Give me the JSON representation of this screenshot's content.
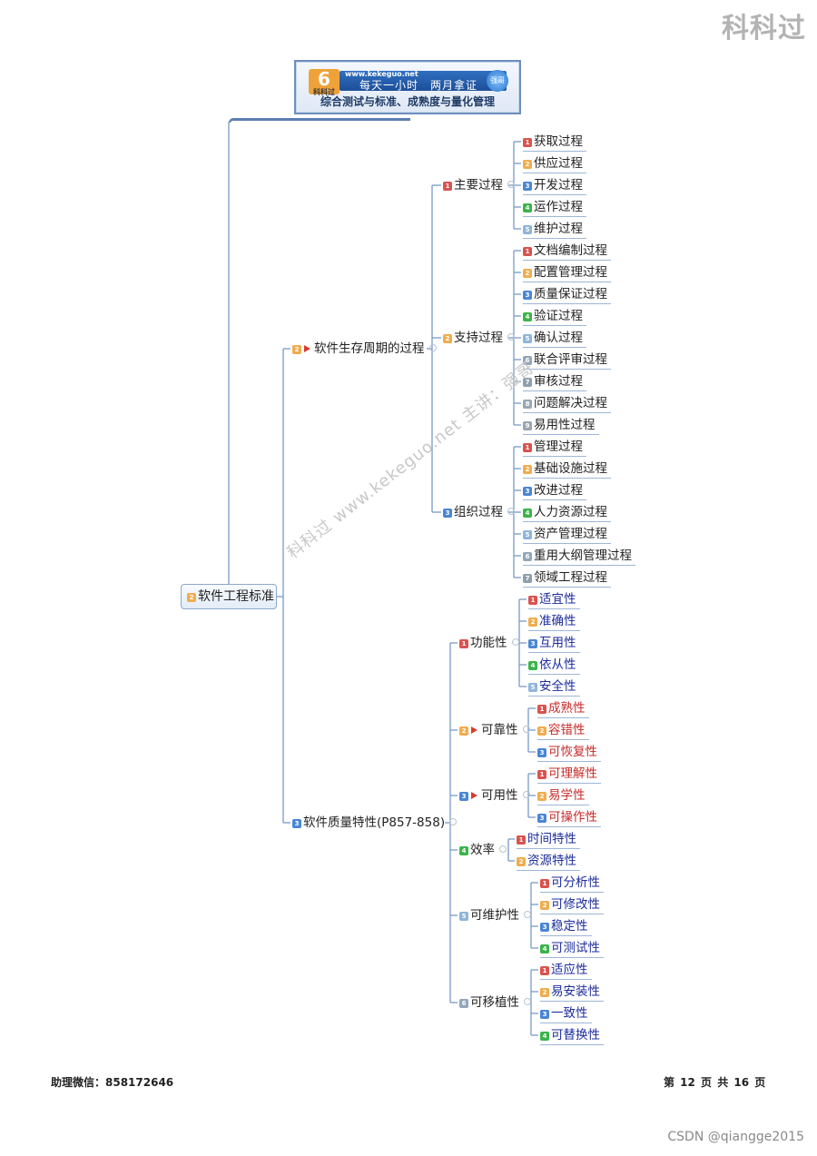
{
  "brand": "科科过",
  "banner": {
    "logo_glyph": "6",
    "logo_text": "科科过",
    "url": "www.kekeguo.net",
    "slogan": "每天一小时　两月拿证",
    "badge": "强哥",
    "subtitle": "综合测试与标准、成熟度与量化管理"
  },
  "watermark": "科科过 www.kekeguo.net 主讲：强哥",
  "mindmap": {
    "root": {
      "label": "软件工程标准",
      "priority": "2"
    },
    "lifecycle": {
      "label": "软件生存周期的过程",
      "priority": "2",
      "flag": true,
      "primary": {
        "label": "主要过程",
        "priority": "1",
        "items": [
          "获取过程",
          "供应过程",
          "开发过程",
          "运作过程",
          "维护过程"
        ]
      },
      "support": {
        "label": "支持过程",
        "priority": "2",
        "items": [
          "文档编制过程",
          "配置管理过程",
          "质量保证过程",
          "验证过程",
          "确认过程",
          "联合评审过程",
          "审核过程",
          "问题解决过程",
          "易用性过程"
        ]
      },
      "organization": {
        "label": "组织过程",
        "priority": "3",
        "items": [
          "管理过程",
          "基础设施过程",
          "改进过程",
          "人力资源过程",
          "资产管理过程",
          "重用大纲管理过程",
          "领域工程过程"
        ]
      }
    },
    "quality": {
      "label": "软件质量特性(P857-858)",
      "priority": "3",
      "functionality": {
        "label": "功能性",
        "priority": "1",
        "items": [
          "适宜性",
          "准确性",
          "互用性",
          "依从性",
          "安全性"
        ]
      },
      "reliability": {
        "label": "可靠性",
        "priority": "2",
        "flag": true,
        "items": [
          "成熟性",
          "容错性",
          "可恢复性"
        ]
      },
      "usability": {
        "label": "可用性",
        "priority": "3",
        "flag": true,
        "items": [
          "可理解性",
          "易学性",
          "可操作性"
        ]
      },
      "efficiency": {
        "label": "效率",
        "priority": "4",
        "items": [
          "时间特性",
          "资源特性"
        ]
      },
      "maintainability": {
        "label": "可维护性",
        "priority": "5",
        "items": [
          "可分析性",
          "可修改性",
          "稳定性",
          "可测试性"
        ]
      },
      "portability": {
        "label": "可移植性",
        "priority": "6",
        "items": [
          "适应性",
          "易安装性",
          "一致性",
          "可替换性"
        ]
      }
    }
  },
  "colors": {
    "line": "#7a9cc6",
    "leaf_blue": "#1d2c9a",
    "leaf_red": "#c62b2b",
    "flag": "#d93b2b"
  },
  "footer": {
    "contact": "助理微信：858172646",
    "page_info": "第 12 页 共 16 页",
    "csdn": "CSDN @qiangge2015"
  }
}
